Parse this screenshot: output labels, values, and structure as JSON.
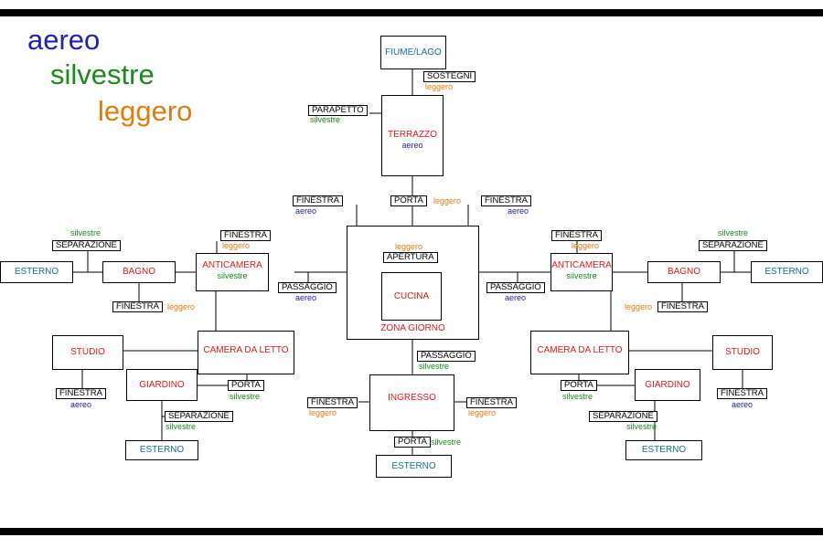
{
  "legend": {
    "aereo": "aereo",
    "silvestre": "silvestre",
    "leggero": "leggero"
  },
  "colors": {
    "aereo": "#2222aa",
    "silvestre": "#1a8a1a",
    "leggero": "#e07b10",
    "room": "#e01b1b",
    "outside": "#1a6f8e"
  },
  "rooms": {
    "fiume": "FIUME/LAGO",
    "terrazzo": "TERRAZZO",
    "terrazzo_type": "aereo",
    "zona_giorno": "ZONA GIORNO",
    "cucina": "CUCINA",
    "ingresso": "INGRESSO",
    "esterno": "ESTERNO",
    "anticamera": "ANTICAMERA",
    "anticamera_type": "silvestre",
    "bagno": "BAGNO",
    "camera": "CAMERA DA LETTO",
    "studio": "STUDIO",
    "giardino": "GIARDINO"
  },
  "connectors": {
    "sostegni": "SOSTEGNI",
    "parapetto": "PARAPETTO",
    "porta": "PORTA",
    "finestra": "FINESTRA",
    "apertura": "APERTURA",
    "passaggio": "PASSAGGIO",
    "separazione": "SEPARAZIONE"
  },
  "types": {
    "aereo": "aereo",
    "silvestre": "silvestre",
    "leggero": "leggero"
  }
}
